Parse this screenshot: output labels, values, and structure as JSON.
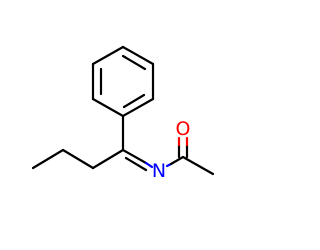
{
  "molecule": {
    "atoms": [
      {
        "id": "O",
        "symbol": "O",
        "color": "#ff0000"
      },
      {
        "id": "N",
        "symbol": "N",
        "color": "#0000ff"
      }
    ],
    "bond_color": "#000000",
    "background": "#ffffff"
  }
}
